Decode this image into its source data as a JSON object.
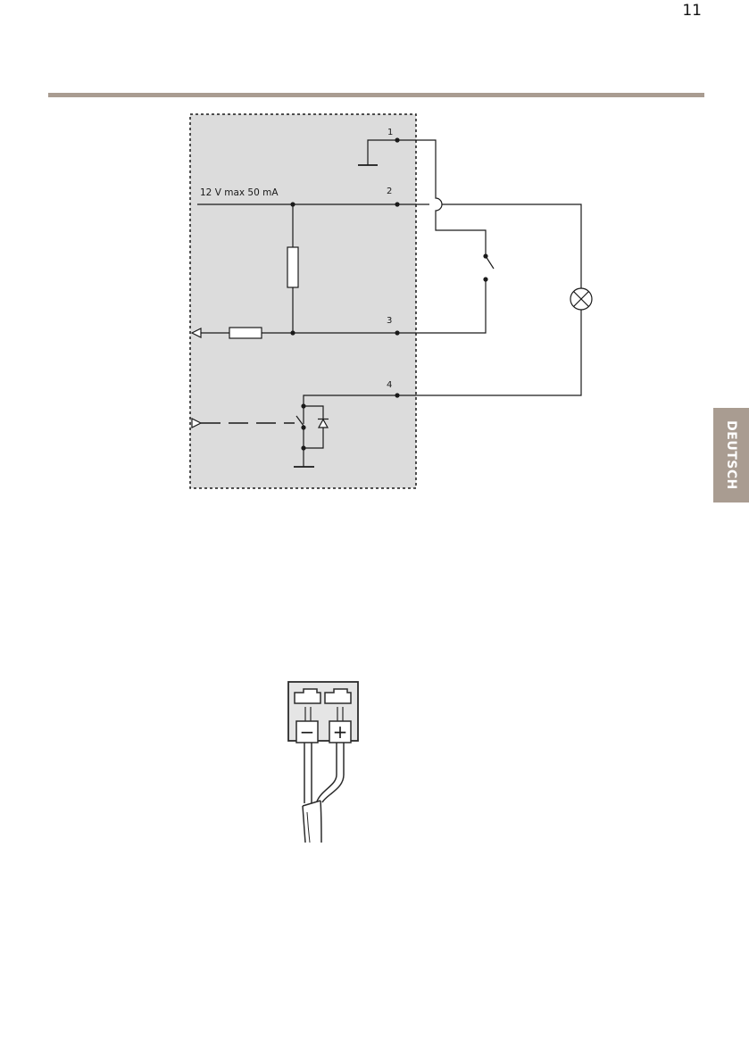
{
  "page": {
    "number": "11",
    "side_tab_label": "DEUTSCH"
  },
  "circuit_diagram": {
    "pin_labels": [
      "1",
      "2",
      "3",
      "4"
    ],
    "supply_label": "12 V max 50 mA",
    "colors": {
      "device_fill": "#dcdcdc",
      "line": "#1a1a1a",
      "rule": "#a99c91"
    }
  },
  "connector_diagram": {
    "minus_label": "−",
    "plus_label": "+",
    "colors": {
      "body_fill": "#e5e5e5",
      "terminal_fill": "#ffffff",
      "outline": "#2b2b2b"
    }
  }
}
